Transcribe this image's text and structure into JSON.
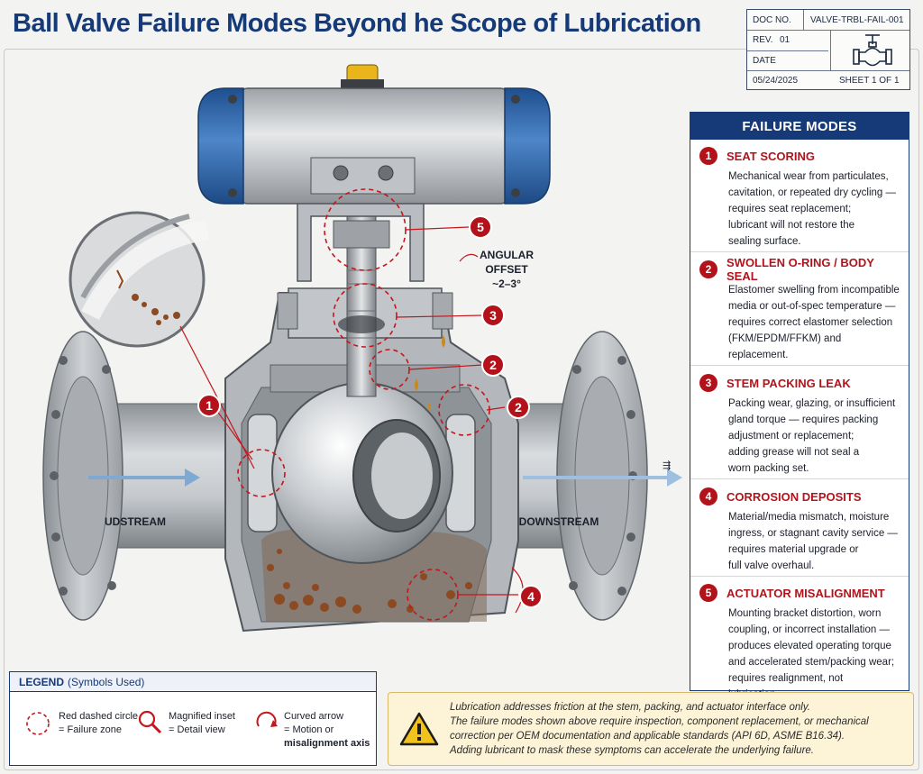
{
  "title": "Ball Valve Failure Modes Beyond  he Scope of Lubrication",
  "titleblock": {
    "doc_no_label": "DOC NO.",
    "doc_no": "VALVE-TRBL-FAIL-001",
    "rev_label": "REV.",
    "rev": "01",
    "date_label": "DATE",
    "date": "05/24/2025",
    "sheet": "SHEET 1 OF 1",
    "icon": "valve-icon"
  },
  "diagram": {
    "upstream": "UDSTREAM",
    "downstream": "DOWNSTREAM",
    "angular_offset": [
      "ANGULAR",
      "OFFSET",
      "~2–3°"
    ],
    "flow_glyph": "⇶",
    "markers": [
      "1",
      "2",
      "2",
      "3",
      "4",
      "5"
    ],
    "colors": {
      "failure": "#c4161c",
      "actuator": "#2f67a8",
      "body": "#a7abb0",
      "flow": "#7ea9d3",
      "corrosion": "#a0522d"
    }
  },
  "failure_modes": {
    "heading": "FAILURE MODES",
    "items": [
      {
        "num": "1",
        "title": "SEAT SCORING",
        "lines": [
          "Mechanical wear from particulates,",
          "cavitation, or repeated dry cycling —",
          "requires seat replacement;",
          "lubricant will not restore the",
          "sealing surface."
        ]
      },
      {
        "num": "2",
        "title": "SWOLLEN O-RING / BODY SEAL",
        "lines": [
          "Elastomer swelling from incompatible",
          "media or out-of-spec temperature —",
          "requires correct elastomer selection",
          "(FKM/EPDM/FFKM) and",
          "replacement."
        ]
      },
      {
        "num": "3",
        "title": "STEM PACKING LEAK",
        "lines": [
          "Packing wear, glazing, or insufficient",
          "gland torque — requires packing",
          "adjustment or replacement;",
          "adding grease will not seal a",
          "worn packing set."
        ]
      },
      {
        "num": "4",
        "title": "CORROSION DEPOSITS",
        "lines": [
          "Material/media mismatch, moisture",
          "ingress, or stagnant cavity service —",
          "requires material upgrade or",
          "full valve overhaul."
        ]
      },
      {
        "num": "5",
        "title": "ACTUATOR MISALIGNMENT",
        "lines": [
          "Mounting bracket distortion, worn",
          "coupling, or incorrect installation —",
          "produces elevated operating torque",
          "and accelerated stem/packing wear;",
          "requires realignment, not",
          "lubrication."
        ]
      }
    ]
  },
  "legend": {
    "heading": "LEGEND",
    "heading_sub": "(Symbols Used)",
    "items": [
      {
        "icon": "dashed-circle-icon",
        "lines": [
          "Red dashed circle",
          "= Failure zone"
        ]
      },
      {
        "icon": "magnifier-icon",
        "lines": [
          "Magnified inset",
          "= Detail view"
        ]
      },
      {
        "icon": "curved-arrow-icon",
        "lines": [
          "Curved arrow",
          "= Motion or",
          "misalignment axis"
        ]
      }
    ]
  },
  "note": {
    "icon": "warning-icon",
    "lines": [
      "Lubrication addresses friction at the stem, packing, and actuator interface only.",
      "The failure modes shown above require inspection, component replacement, or mechanical",
      "correction per OEM documentation and applicable standards (API 6D, ASME B16.34).",
      "Adding lubricant to mask these symptoms can accelerate the underlying failure."
    ]
  }
}
